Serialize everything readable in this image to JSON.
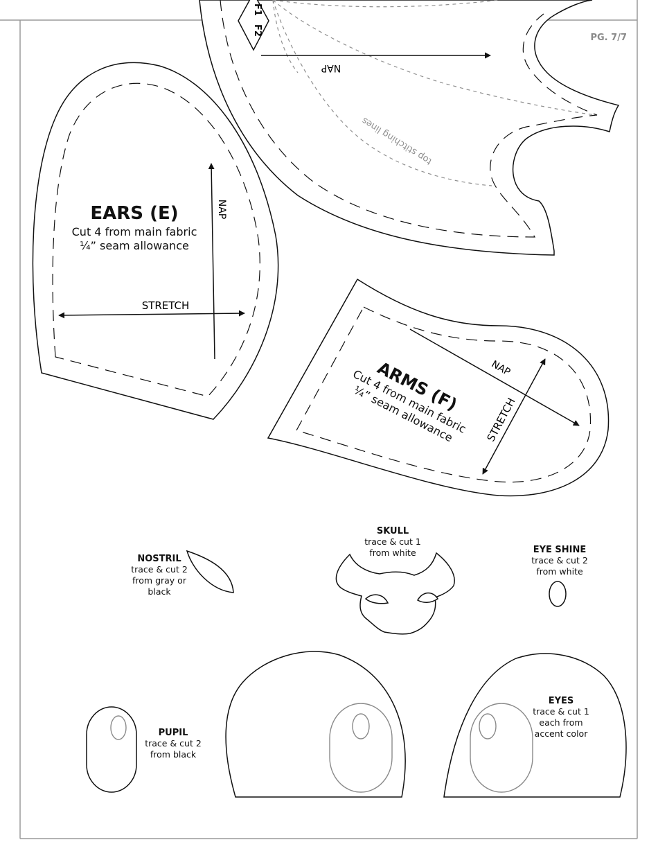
{
  "page": {
    "number": "PG. 7/7"
  },
  "wing": {
    "tab_labels": [
      "F1",
      "F2"
    ],
    "grain_label": "NAP",
    "topstitch_label": "top stitching lines"
  },
  "ears": {
    "title": "EARS (E)",
    "line1": "Cut 4 from main fabric",
    "line2": "¼” seam allowance",
    "nap_label": "NAP",
    "stretch_label": "STRETCH"
  },
  "arms": {
    "title": "ARMS (F)",
    "line1": "Cut 4 from main fabric",
    "line2": "¼” seam allowance",
    "nap_label": "NAP",
    "stretch_label": "STRETCH"
  },
  "nostril": {
    "title": "NOSTRIL",
    "lines": [
      "trace & cut 2",
      "from gray or",
      "black"
    ]
  },
  "skull": {
    "title": "SKULL",
    "lines": [
      "trace & cut 1",
      "from white"
    ]
  },
  "eye_shine": {
    "title": "EYE SHINE",
    "lines": [
      "trace & cut 2",
      "from white"
    ]
  },
  "pupil": {
    "title": "PUPIL",
    "lines": [
      "trace & cut 2",
      "from black"
    ]
  },
  "eyes": {
    "title": "EYES",
    "lines": [
      "trace & cut 1",
      "each from",
      "accent color"
    ]
  }
}
